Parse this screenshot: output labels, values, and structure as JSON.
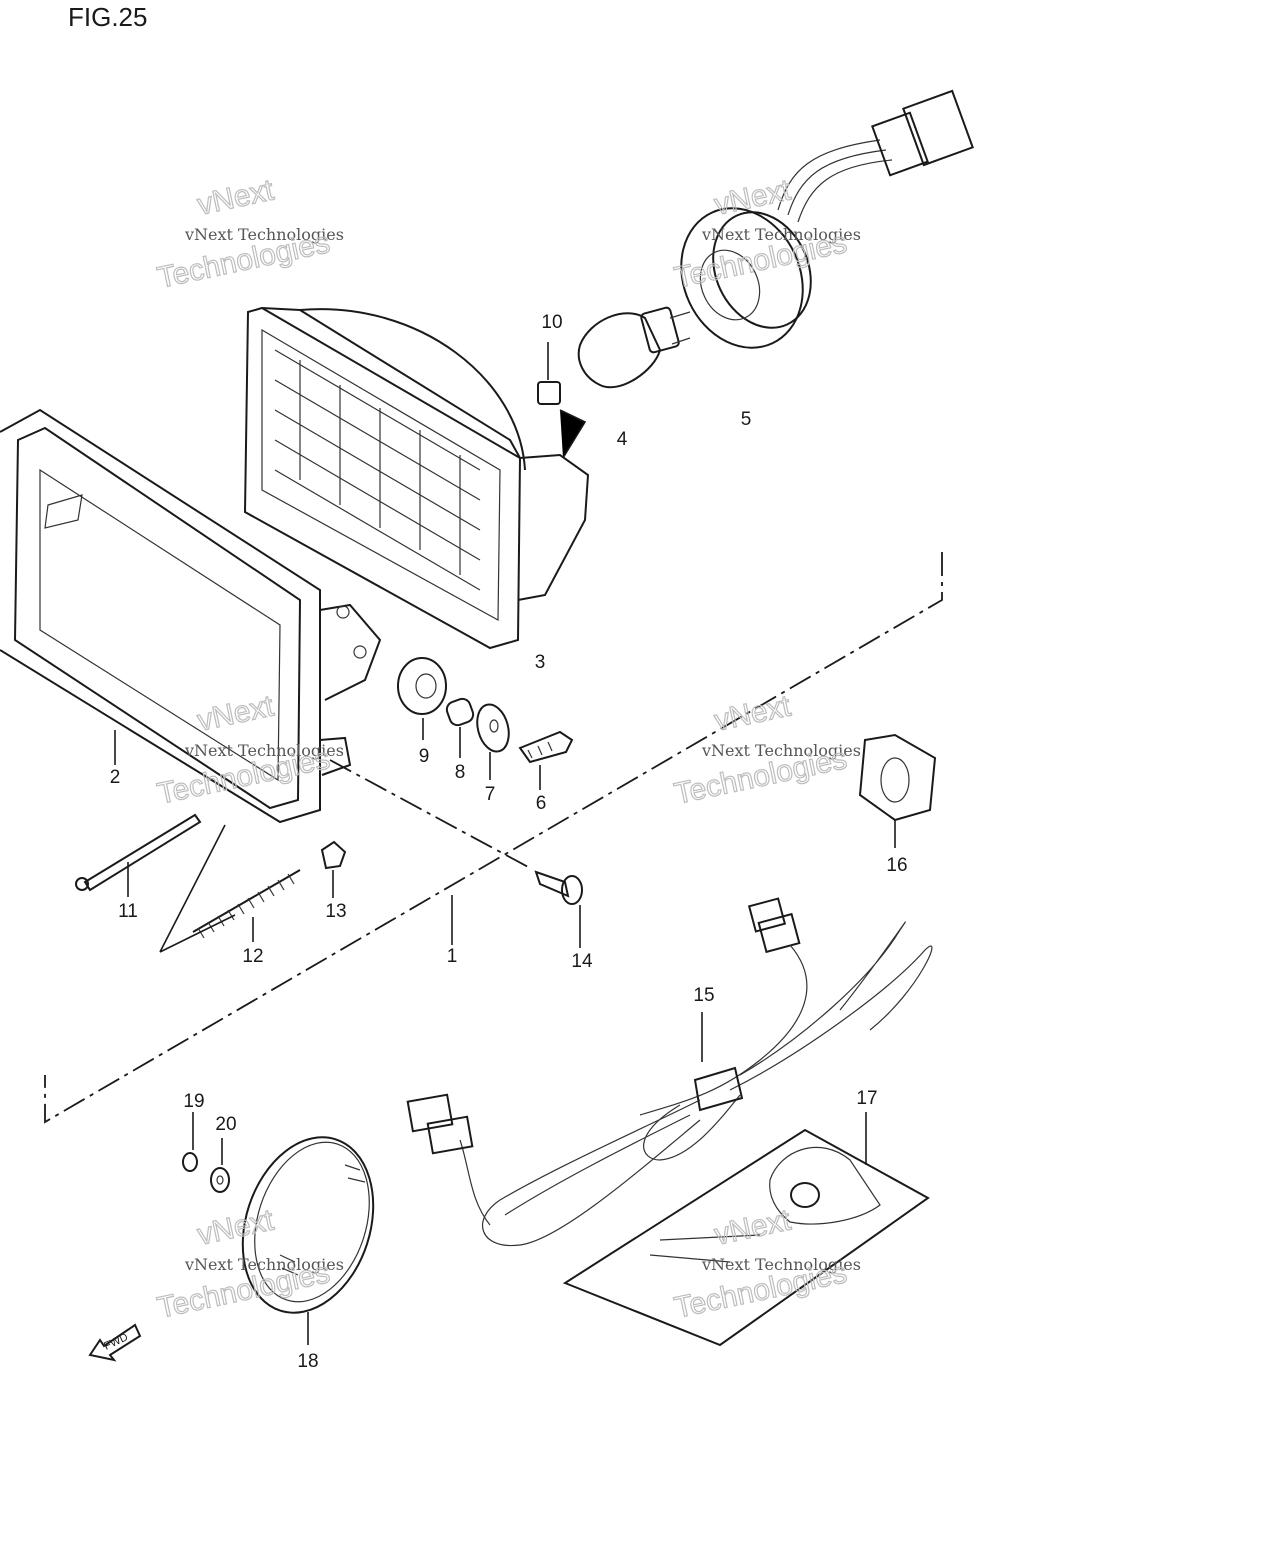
{
  "figure": {
    "title": "FIG.25"
  },
  "watermarks": [
    {
      "top": "vNext",
      "line": "vNext Technologies",
      "big": "Technologies"
    },
    {
      "top": "vNext",
      "line": "vNext Technologies",
      "big": "Technologies"
    },
    {
      "top": "vNext",
      "line": "vNext Technologies",
      "big": "Technologies"
    },
    {
      "top": "vNext",
      "line": "vNext Technologies",
      "big": "Technologies"
    },
    {
      "top": "vNext",
      "line": "vNext Technologies",
      "big": "Technologies"
    },
    {
      "top": "vNext",
      "line": "vNext Technologies",
      "big": "Technologies"
    }
  ],
  "fwd_label": "FWD",
  "callouts": [
    "1",
    "2",
    "3",
    "4",
    "5",
    "6",
    "7",
    "8",
    "9",
    "10",
    "11",
    "12",
    "13",
    "14",
    "15",
    "16",
    "17",
    "18",
    "19",
    "20"
  ]
}
